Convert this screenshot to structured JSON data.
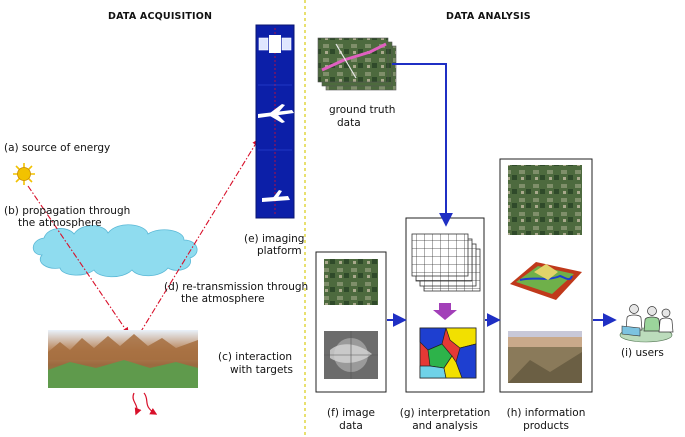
{
  "headers": {
    "acquisition": "DATA ACQUISITION",
    "analysis": "DATA ANALYSIS"
  },
  "labels": {
    "a": "(a) source of energy",
    "b_line1": "(b) propagation through",
    "b_line2": "the atmosphere",
    "c_line1": "(c) interaction",
    "c_line2": "with targets",
    "d_line1": "(d) re-transmission through",
    "d_line2": "the atmosphere",
    "e_line1": "(e) imaging",
    "e_line2": "platform",
    "ground_line1": "ground truth",
    "ground_line2": "data",
    "f_line1": "(f) image",
    "f_line2": "data",
    "g_line1": "(g) interpretation",
    "g_line2": "and analysis",
    "h_line1": "(h) information",
    "h_line2": "products",
    "i": "(i) users"
  },
  "colors": {
    "arrow_blue": "#1f2fc4",
    "ray_red": "#d8102a",
    "divider_yellow": "#e8e070",
    "cloud": "#8fdcef",
    "platform_bg": "#0c1fa8",
    "sun": "#f2c200"
  },
  "icons": [
    "sun-icon",
    "cloud-icon",
    "satellite-icon",
    "airplane-icon",
    "drone-icon",
    "terrain-icon",
    "users-icon"
  ]
}
